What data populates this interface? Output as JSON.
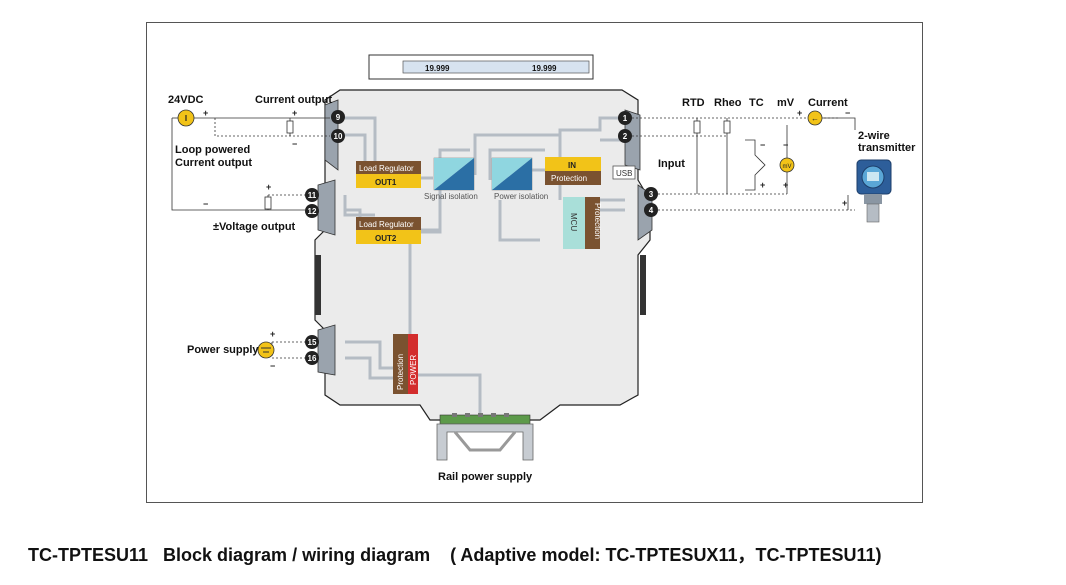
{
  "display": {
    "value1": "19.999",
    "value2": "19.999"
  },
  "left": {
    "supply_24vdc": "24VDC",
    "current_output": "Current  output",
    "loop_powered_1": "Loop powered",
    "loop_powered_2": "Current  output",
    "voltage_output": "±Voltage  output",
    "power_supply": "Power supply",
    "plus": "+",
    "minus": "−"
  },
  "terminals": {
    "t9": "9",
    "t10": "10",
    "t11": "11",
    "t12": "12",
    "t15": "15",
    "t16": "16",
    "t1": "1",
    "t2": "2",
    "t3": "3",
    "t4": "4"
  },
  "blocks": {
    "load_regulator_1": "Load Regulator",
    "out1": "OUT1",
    "load_regulator_2": "Load Regulator",
    "out2": "OUT2",
    "signal_isolation": "Signal isolation",
    "power_isolation": "Power isolation",
    "in": "IN",
    "in_protection": "Protection",
    "usb": "USB",
    "mcu": "MCU",
    "mcu_protection": "Protection",
    "power_protection": "Protection",
    "power": "POWER"
  },
  "right": {
    "rtd": "RTD",
    "rheo": "Rheo",
    "tc": "TC",
    "mv": "mV",
    "current": "Current",
    "input": "Input",
    "transmitter_1": "2-wire",
    "transmitter_2": "transmitter",
    "mv_badge": "mV"
  },
  "rail": "Rail power supply",
  "caption": "TC-TPTESU11   Block diagram / wiring diagram    ( Adaptive model: TC-TPTESUX11，TC-TPTESU11)"
}
